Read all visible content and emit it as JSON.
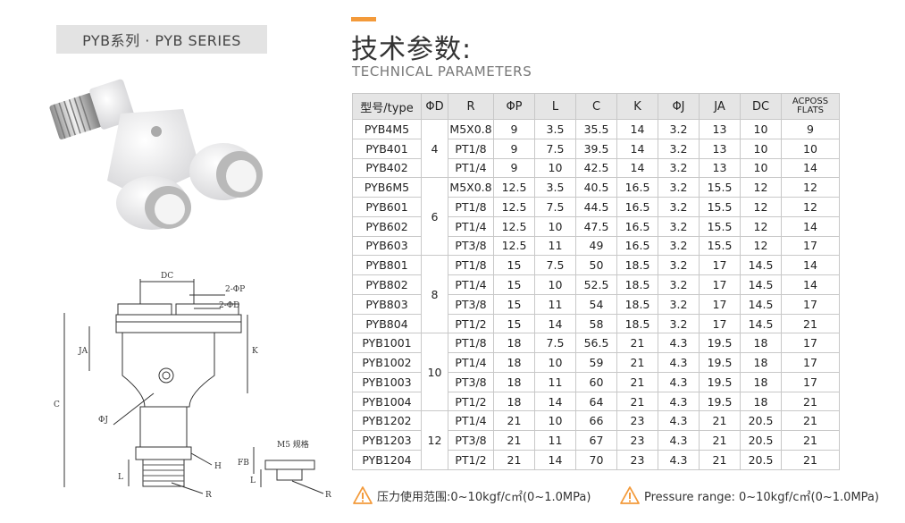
{
  "series_badge": "PYB系列 · PYB SERIES",
  "title_cn": "技术参数:",
  "title_en": "TECHNICAL PARAMETERS",
  "accent_color": "#f39a3a",
  "drawing": {
    "dc": "DC",
    "p": "2-ΦP",
    "d": "2-ΦD",
    "ja": "JA",
    "k": "K",
    "c": "C",
    "j": "ΦJ",
    "h": "H",
    "l": "L",
    "r": "R",
    "m5": "M5 规格",
    "fb": "FB"
  },
  "table": {
    "headers": [
      "型号/type",
      "ΦD",
      "R",
      "ΦP",
      "L",
      "C",
      "K",
      "ΦJ",
      "JA",
      "DC",
      "ACPOSS FLATS"
    ],
    "groups": [
      {
        "d": "4",
        "rows": [
          [
            "PYB4M5",
            "M5X0.8",
            "9",
            "3.5",
            "35.5",
            "14",
            "3.2",
            "13",
            "10",
            "9"
          ],
          [
            "PYB401",
            "PT1/8",
            "9",
            "7.5",
            "39.5",
            "14",
            "3.2",
            "13",
            "10",
            "10"
          ],
          [
            "PYB402",
            "PT1/4",
            "9",
            "10",
            "42.5",
            "14",
            "3.2",
            "13",
            "10",
            "14"
          ]
        ]
      },
      {
        "d": "6",
        "rows": [
          [
            "PYB6M5",
            "M5X0.8",
            "12.5",
            "3.5",
            "40.5",
            "16.5",
            "3.2",
            "15.5",
            "12",
            "12"
          ],
          [
            "PYB601",
            "PT1/8",
            "12.5",
            "7.5",
            "44.5",
            "16.5",
            "3.2",
            "15.5",
            "12",
            "12"
          ],
          [
            "PYB602",
            "PT1/4",
            "12.5",
            "10",
            "47.5",
            "16.5",
            "3.2",
            "15.5",
            "12",
            "14"
          ],
          [
            "PYB603",
            "PT3/8",
            "12.5",
            "11",
            "49",
            "16.5",
            "3.2",
            "15.5",
            "12",
            "17"
          ]
        ]
      },
      {
        "d": "8",
        "rows": [
          [
            "PYB801",
            "PT1/8",
            "15",
            "7.5",
            "50",
            "18.5",
            "3.2",
            "17",
            "14.5",
            "14"
          ],
          [
            "PYB802",
            "PT1/4",
            "15",
            "10",
            "52.5",
            "18.5",
            "3.2",
            "17",
            "14.5",
            "14"
          ],
          [
            "PYB803",
            "PT3/8",
            "15",
            "11",
            "54",
            "18.5",
            "3.2",
            "17",
            "14.5",
            "17"
          ],
          [
            "PYB804",
            "PT1/2",
            "15",
            "14",
            "58",
            "18.5",
            "3.2",
            "17",
            "14.5",
            "21"
          ]
        ]
      },
      {
        "d": "10",
        "rows": [
          [
            "PYB1001",
            "PT1/8",
            "18",
            "7.5",
            "56.5",
            "21",
            "4.3",
            "19.5",
            "18",
            "17"
          ],
          [
            "PYB1002",
            "PT1/4",
            "18",
            "10",
            "59",
            "21",
            "4.3",
            "19.5",
            "18",
            "17"
          ],
          [
            "PYB1003",
            "PT3/8",
            "18",
            "11",
            "60",
            "21",
            "4.3",
            "19.5",
            "18",
            "17"
          ],
          [
            "PYB1004",
            "PT1/2",
            "18",
            "14",
            "64",
            "21",
            "4.3",
            "19.5",
            "18",
            "21"
          ]
        ]
      },
      {
        "d": "12",
        "rows": [
          [
            "PYB1202",
            "PT1/4",
            "21",
            "10",
            "66",
            "23",
            "4.3",
            "21",
            "20.5",
            "21"
          ],
          [
            "PYB1203",
            "PT3/8",
            "21",
            "11",
            "67",
            "23",
            "4.3",
            "21",
            "20.5",
            "21"
          ],
          [
            "PYB1204",
            "PT1/2",
            "21",
            "14",
            "70",
            "23",
            "4.3",
            "21",
            "20.5",
            "21"
          ]
        ]
      }
    ]
  },
  "pressure_cn": "压力使用范围:0~10kgf/c㎡(0~1.0MPa)",
  "pressure_en": "Pressure range: 0~10kgf/c㎡(0~1.0MPa)"
}
